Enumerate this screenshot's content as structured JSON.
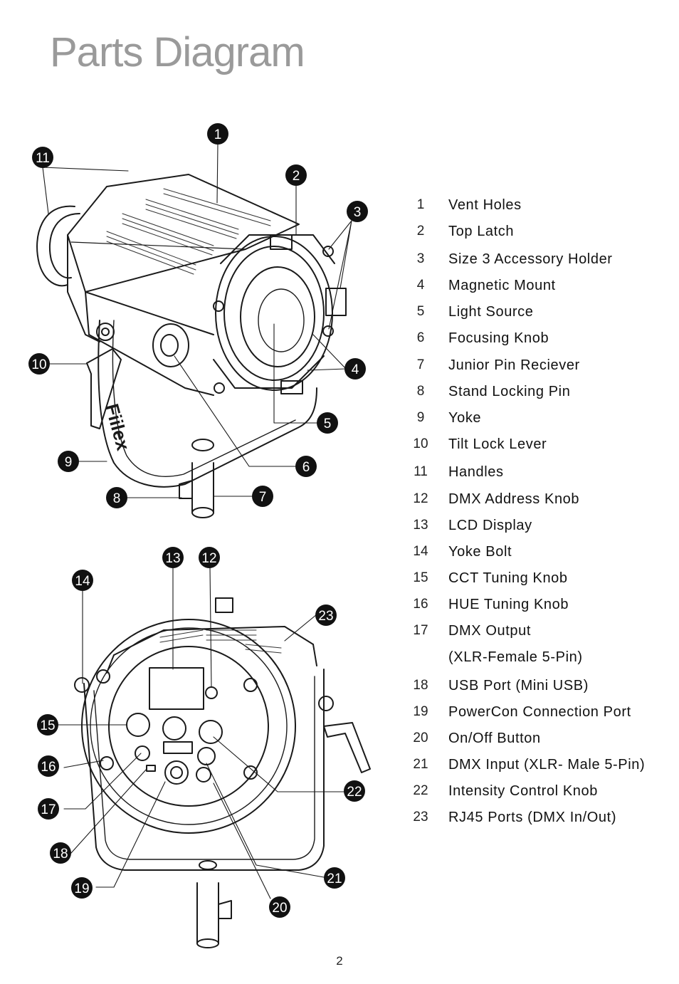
{
  "title": "Parts Diagram",
  "parts": [
    {
      "num": "1",
      "name": "Vent Holes"
    },
    {
      "num": "2",
      "name": "Top Latch"
    },
    {
      "num": "3",
      "name": "Size 3 Accessory Holder"
    },
    {
      "num": "4",
      "name": "Magnetic Mount"
    },
    {
      "num": "5",
      "name": "Light Source"
    },
    {
      "num": "6",
      "name": "Focusing Knob"
    },
    {
      "num": "7",
      "name": "Junior Pin Reciever"
    },
    {
      "num": "8",
      "name": "Stand Locking Pin"
    },
    {
      "num": "9",
      "name": "Yoke"
    },
    {
      "num": "10",
      "name": "Tilt Lock Lever"
    },
    {
      "num": "11",
      "name": "Handles"
    },
    {
      "num": "12",
      "name": "DMX Address Knob"
    },
    {
      "num": "13",
      "name": "LCD Display"
    },
    {
      "num": "14",
      "name": "Yoke Bolt"
    },
    {
      "num": "15",
      "name": "CCT Tuning Knob"
    },
    {
      "num": "16",
      "name": "HUE Tuning Knob"
    },
    {
      "num": "17",
      "name": "DMX Output"
    },
    {
      "num": "",
      "name": "(XLR-Female 5-Pin)"
    },
    {
      "num": "18",
      "name": "USB Port (Mini USB)"
    },
    {
      "num": "19",
      "name": "PowerCon Connection Port"
    },
    {
      "num": "20",
      "name": "On/Off Button"
    },
    {
      "num": "21",
      "name": "DMX Input (XLR- Male 5-Pin)"
    },
    {
      "num": "22",
      "name": "Intensity Control Knob"
    },
    {
      "num": "23",
      "name": "RJ45 Ports (DMX In/Out)"
    }
  ],
  "product_brand": "Fiilex",
  "page_number": "2"
}
